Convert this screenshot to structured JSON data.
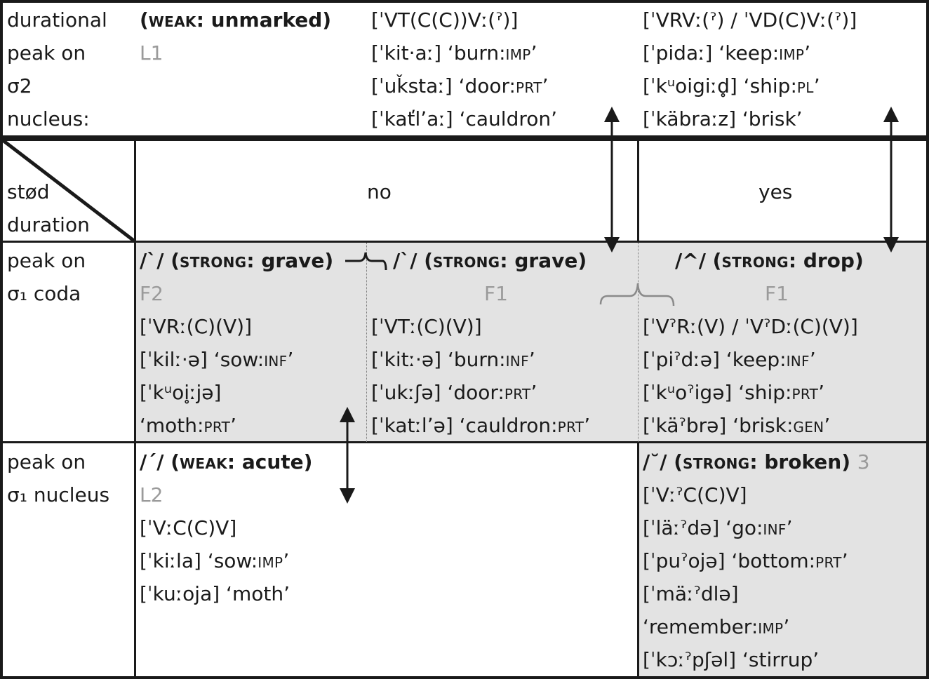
{
  "top_row": {
    "label_lines": [
      "durational",
      "peak on",
      "σ2",
      "nucleus:"
    ],
    "weak": {
      "prefix": "(",
      "sc": "weak",
      "rest": ": unmarked)",
      "code": "L1"
    },
    "col_no": {
      "pattern": "[ˈVT(C(C))Vː(ˀ)]",
      "examples": [
        {
          "form": "[ˈkit·aː]",
          "gloss_word": "‘burn:",
          "gloss_sc": "imp",
          "gloss_end": "’"
        },
        {
          "form": "[ˈuǩstaː]",
          "gloss_word": "‘door:",
          "gloss_sc": "prt",
          "gloss_end": "’"
        },
        {
          "form": "[ˈkaťlʼaː]",
          "gloss_word": "‘cauldron’",
          "gloss_sc": "",
          "gloss_end": ""
        }
      ]
    },
    "col_yes": {
      "pattern": "[ˈVRVː(ˀ) / ˈVD(C)Vː(ˀ)]",
      "examples": [
        {
          "form": "[ˈpidaː]",
          "gloss_word": "‘keep:",
          "gloss_sc": "imp",
          "gloss_end": "’"
        },
        {
          "form": "[ˈkᵘoigiːd̥]",
          "gloss_word": "‘ship:",
          "gloss_sc": "pl",
          "gloss_end": "’"
        },
        {
          "form": "[ˈkäbraːz]",
          "gloss_word": "‘brisk’",
          "gloss_sc": "",
          "gloss_end": ""
        }
      ]
    }
  },
  "header_row": {
    "corner_top": "stød",
    "corner_bottom": "duration",
    "col_no": "no",
    "col_yes": "yes"
  },
  "coda_row": {
    "label_lines": [
      "peak on",
      "σ₁ coda"
    ],
    "grave_f2": {
      "title_symbol": "/`/ (",
      "title_sc": "strong",
      "title_rest": ": grave)",
      "code": "F2",
      "pattern": "[ˈVRː(C)(V)]",
      "lines": [
        {
          "form": "[ˈkilː·ə]",
          "gloss_word": " ‘sow:",
          "gloss_sc": "inf",
          "gloss_end": "’"
        },
        {
          "form": "[ˈkᵘoi̥ːjə]",
          "gloss_word": "",
          "gloss_sc": "",
          "gloss_end": ""
        },
        {
          "form": "",
          "gloss_word": "‘moth:",
          "gloss_sc": "prt",
          "gloss_end": "’"
        }
      ]
    },
    "grave_f1": {
      "title_symbol": "/`/ (",
      "title_sc": "strong",
      "title_rest": ": grave)",
      "code": "F1",
      "pattern": "[ˈVTː(C)(V)]",
      "lines": [
        {
          "form": "[ˈkitː·ə]",
          "gloss_word": " ‘burn:",
          "gloss_sc": "inf",
          "gloss_end": "’"
        },
        {
          "form": "[ˈukːʃə]",
          "gloss_word": " ‘door:",
          "gloss_sc": "prt",
          "gloss_end": "’"
        },
        {
          "form": "[ˈkatːlʼə]",
          "gloss_word": " ‘cauldron:",
          "gloss_sc": "prt",
          "gloss_end": "’"
        }
      ]
    },
    "drop": {
      "title_symbol": "/^/ (",
      "title_sc": "strong",
      "title_rest": ": drop)",
      "code": "F1",
      "pattern": "[ˈVˀRː(V) / ˈVˀDː(C)(V)]",
      "lines": [
        {
          "form": "[ˈpiˀdːə]",
          "gloss_word": " ‘keep:",
          "gloss_sc": "inf",
          "gloss_end": "’"
        },
        {
          "form": "[ˈkᵘoˀigə]",
          "gloss_word": " ‘ship:",
          "gloss_sc": "prt",
          "gloss_end": "’"
        },
        {
          "form": "[ˈkäˀbrə]",
          "gloss_word": " ‘brisk:",
          "gloss_sc": "gen",
          "gloss_end": "’"
        }
      ]
    }
  },
  "nucleus_row": {
    "label_lines": [
      "peak on",
      "σ₁ nucleus"
    ],
    "acute": {
      "title_symbol": "/´/ (",
      "title_sc": "weak",
      "title_rest": ": acute)",
      "code": "L2",
      "pattern": "[ˈVːC(C)V]",
      "lines": [
        {
          "form": "[ˈkiːla]",
          "gloss_word": " ‘sow:",
          "gloss_sc": "imp",
          "gloss_end": "’"
        },
        {
          "form": "[ˈkuːoja]",
          "gloss_word": " ‘moth’",
          "gloss_sc": "",
          "gloss_end": ""
        }
      ]
    },
    "broken": {
      "title_symbol": "/˘/ (",
      "title_sc": "strong",
      "title_rest": ": broken)",
      "code": "3",
      "pattern": "[ˈVːˀC(C)V]",
      "lines": [
        {
          "form": "[ˈläːˀdə]",
          "gloss_word": " ‘go:",
          "gloss_sc": "inf",
          "gloss_end": "’"
        },
        {
          "form": "[ˈpuˀojə]",
          "gloss_word": " ‘bottom:",
          "gloss_sc": "prt",
          "gloss_end": "’"
        },
        {
          "form": "[ˈmäːˀdlə]",
          "gloss_word": "",
          "gloss_sc": "",
          "gloss_end": ""
        },
        {
          "form": "",
          "gloss_word": "‘remember:",
          "gloss_sc": "imp",
          "gloss_end": "’"
        },
        {
          "form": "[ˈkɔːˀpʃəl]",
          "gloss_word": " ‘stirrup’",
          "gloss_sc": "",
          "gloss_end": ""
        }
      ]
    }
  },
  "colors": {
    "shade": "#e3e3e3",
    "border": "#1a1a1a",
    "code_grey": "#9a9a9a",
    "brace_grey": "#8a8a8a"
  }
}
